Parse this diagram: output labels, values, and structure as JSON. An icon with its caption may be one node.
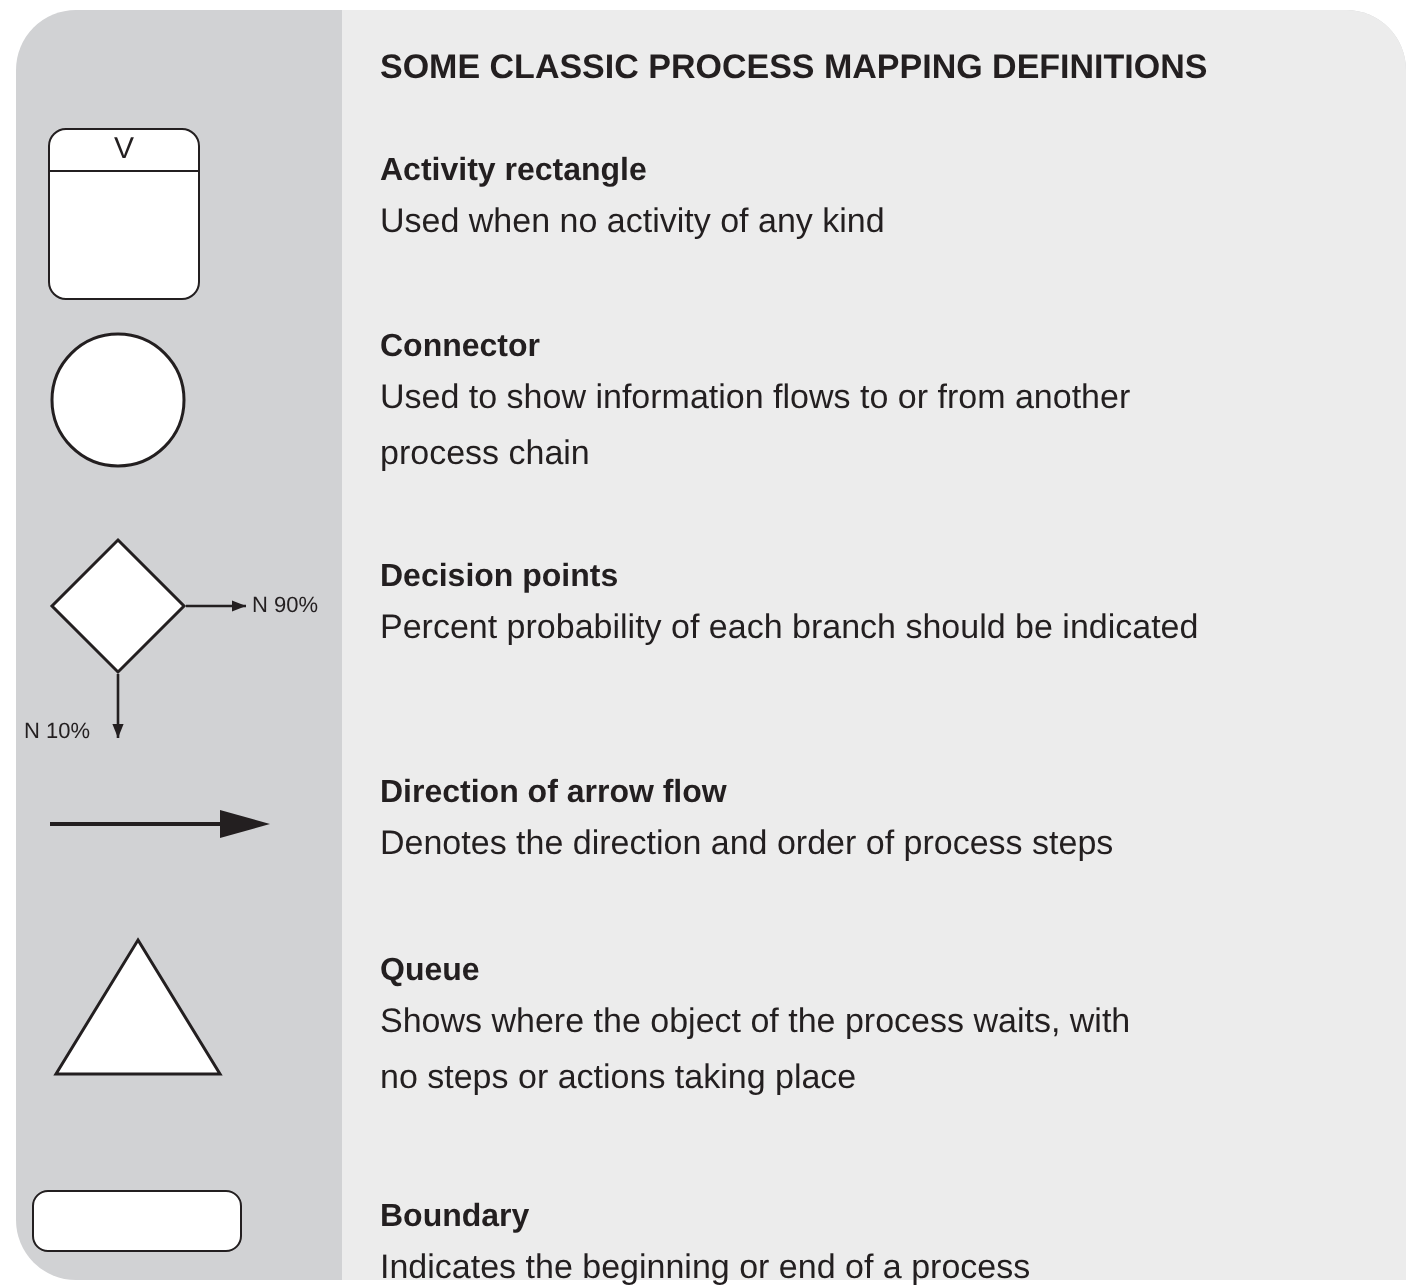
{
  "diagram": {
    "title": "SOME CLASSIC PROCESS MAPPING DEFINITIONS",
    "nodes": [
      {
        "text": [
          "V"
        ]
      },
      {
        "text": [],
        "shape": "circle"
      },
      {
        "text": [],
        "shape": "diamond"
      },
      {
        "text": [
          "N 90%"
        ]
      },
      {
        "text": [
          "N 10%"
        ]
      },
      {
        "text": [],
        "shape": "triangle"
      },
      {
        "text": [],
        "shape": "box"
      }
    ],
    "edges": [
      {
        "from": 2,
        "to": 3,
        "arrow": "to"
      },
      {
        "from": 2,
        "to": 4,
        "arrow": "to"
      }
    ],
    "labels": [
      "Activity rectangle",
      "Used when no activity of any kind",
      "Connector",
      "Used to show information flows to or from another process chain",
      "Decision points",
      "Percent probability of each branch should be indicated",
      "Direction of arrow flow",
      "Denotes the direction and order of process steps",
      "Queue",
      "Shows where the object of the process waits, with no steps or actions taking place",
      "Boundary",
      "Indicates the beginning or end of a process"
    ]
  }
}
